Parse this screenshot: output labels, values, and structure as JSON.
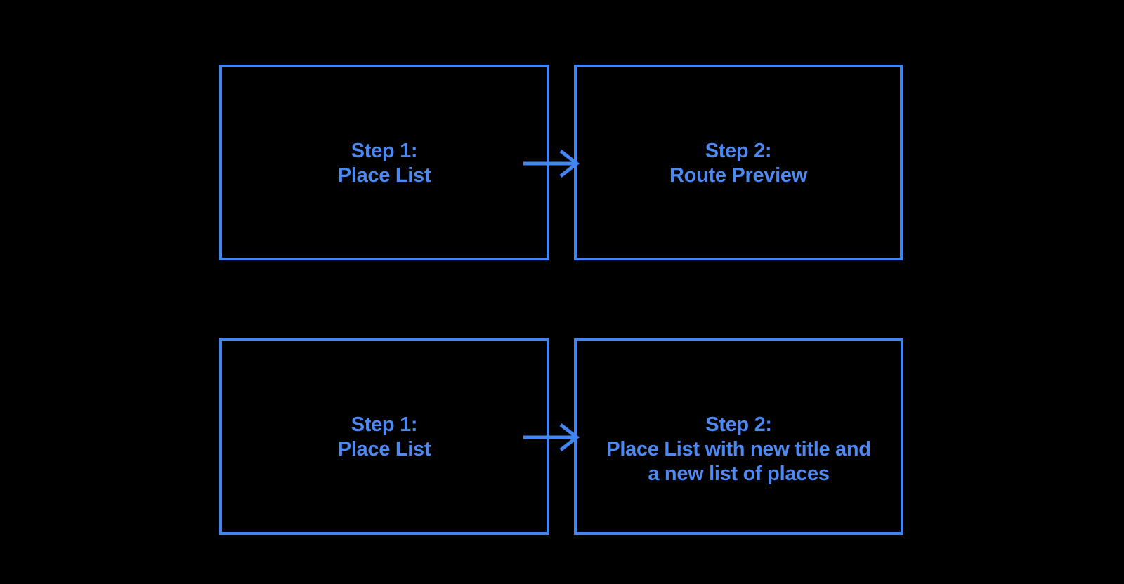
{
  "colors": {
    "background": "#000000",
    "box_border": "#4285f4",
    "arrow": "#4285f4",
    "label_text": "#4e89f2"
  },
  "diagram": {
    "rows": [
      {
        "boxes": [
          {
            "lines": [
              "Step 1:",
              "Place List"
            ]
          },
          {
            "lines": [
              "Step 2:",
              "Route Preview"
            ]
          }
        ]
      },
      {
        "boxes": [
          {
            "lines": [
              "Step 1:",
              "Place List"
            ]
          },
          {
            "lines": [
              "Step 2:",
              "Place List with new title and",
              "a new list of places"
            ]
          }
        ]
      }
    ]
  }
}
